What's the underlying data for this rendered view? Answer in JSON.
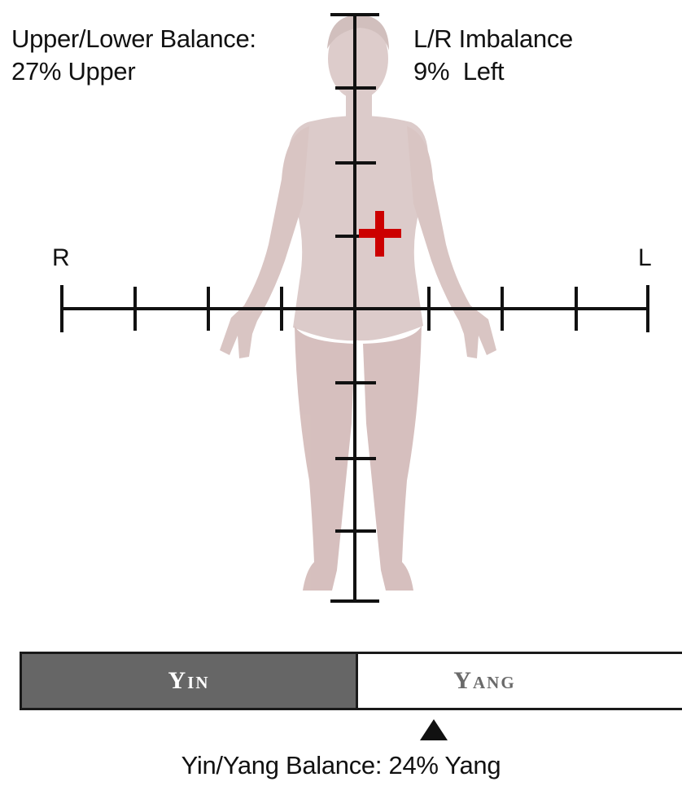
{
  "upper_lower": {
    "title": "Upper/Lower Balance:",
    "value": "27% Upper",
    "percent": 27,
    "direction": "Upper"
  },
  "left_right": {
    "title": "L/R Imbalance",
    "value": "9%  Left",
    "percent": 9,
    "direction": "Left"
  },
  "axis_labels": {
    "right": "R",
    "left": "L"
  },
  "marker_color": "#cc0000",
  "yin_yang": {
    "yin_label": "Yin",
    "yang_label": "Yang",
    "yin_color": "#666666",
    "yang_color": "#ffffff",
    "caption": "Yin/Yang Balance: 24% Yang",
    "percent": 24,
    "direction": "Yang"
  }
}
